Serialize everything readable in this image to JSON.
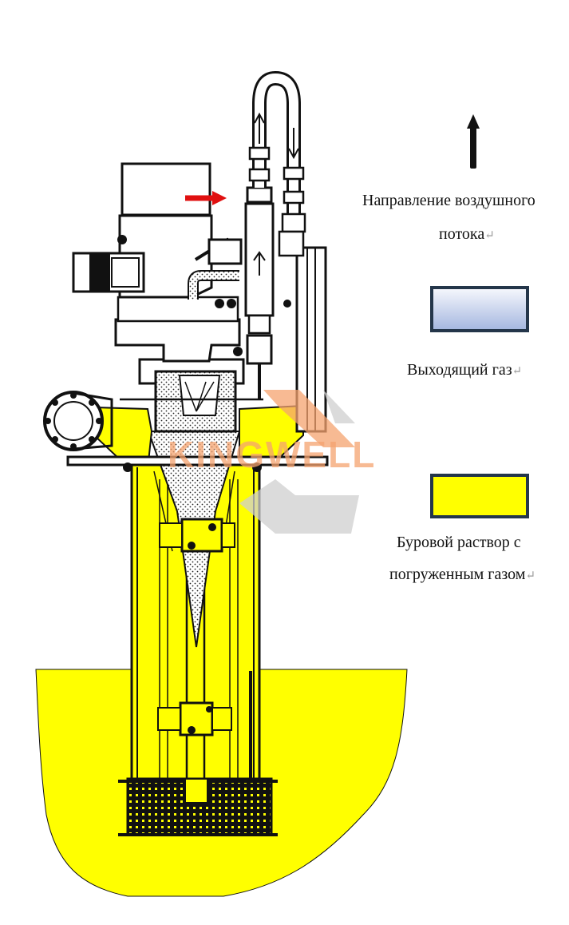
{
  "watermark": "KINGWELL",
  "legend": {
    "airflow": {
      "label_line1": "Направление воздушного",
      "label_line2": "потока",
      "arrow_color": "#111111"
    },
    "outgoing_gas": {
      "label": "Выходящий газ",
      "gradient_top": "#f4f6fc",
      "gradient_bottom": "#a6b8e0",
      "border_color": "#24364a"
    },
    "drilling_mud": {
      "label_line1": "Буровой раствор с",
      "label_line2": "погруженным газом",
      "fill": "#ffff00",
      "border_color": "#24364a"
    },
    "return_mark": "↵"
  },
  "colors": {
    "mud": "#ffff00",
    "outline": "#111111",
    "inlet_arrow": "#e01010",
    "watermark": "#f5a36f",
    "watermark_gray": "#cfcfcf"
  },
  "icons": {
    "airflow_arrow": "up-arrow-icon",
    "inlet_arrow": "right-arrow-icon",
    "return_mark": "paragraph-return-icon"
  }
}
